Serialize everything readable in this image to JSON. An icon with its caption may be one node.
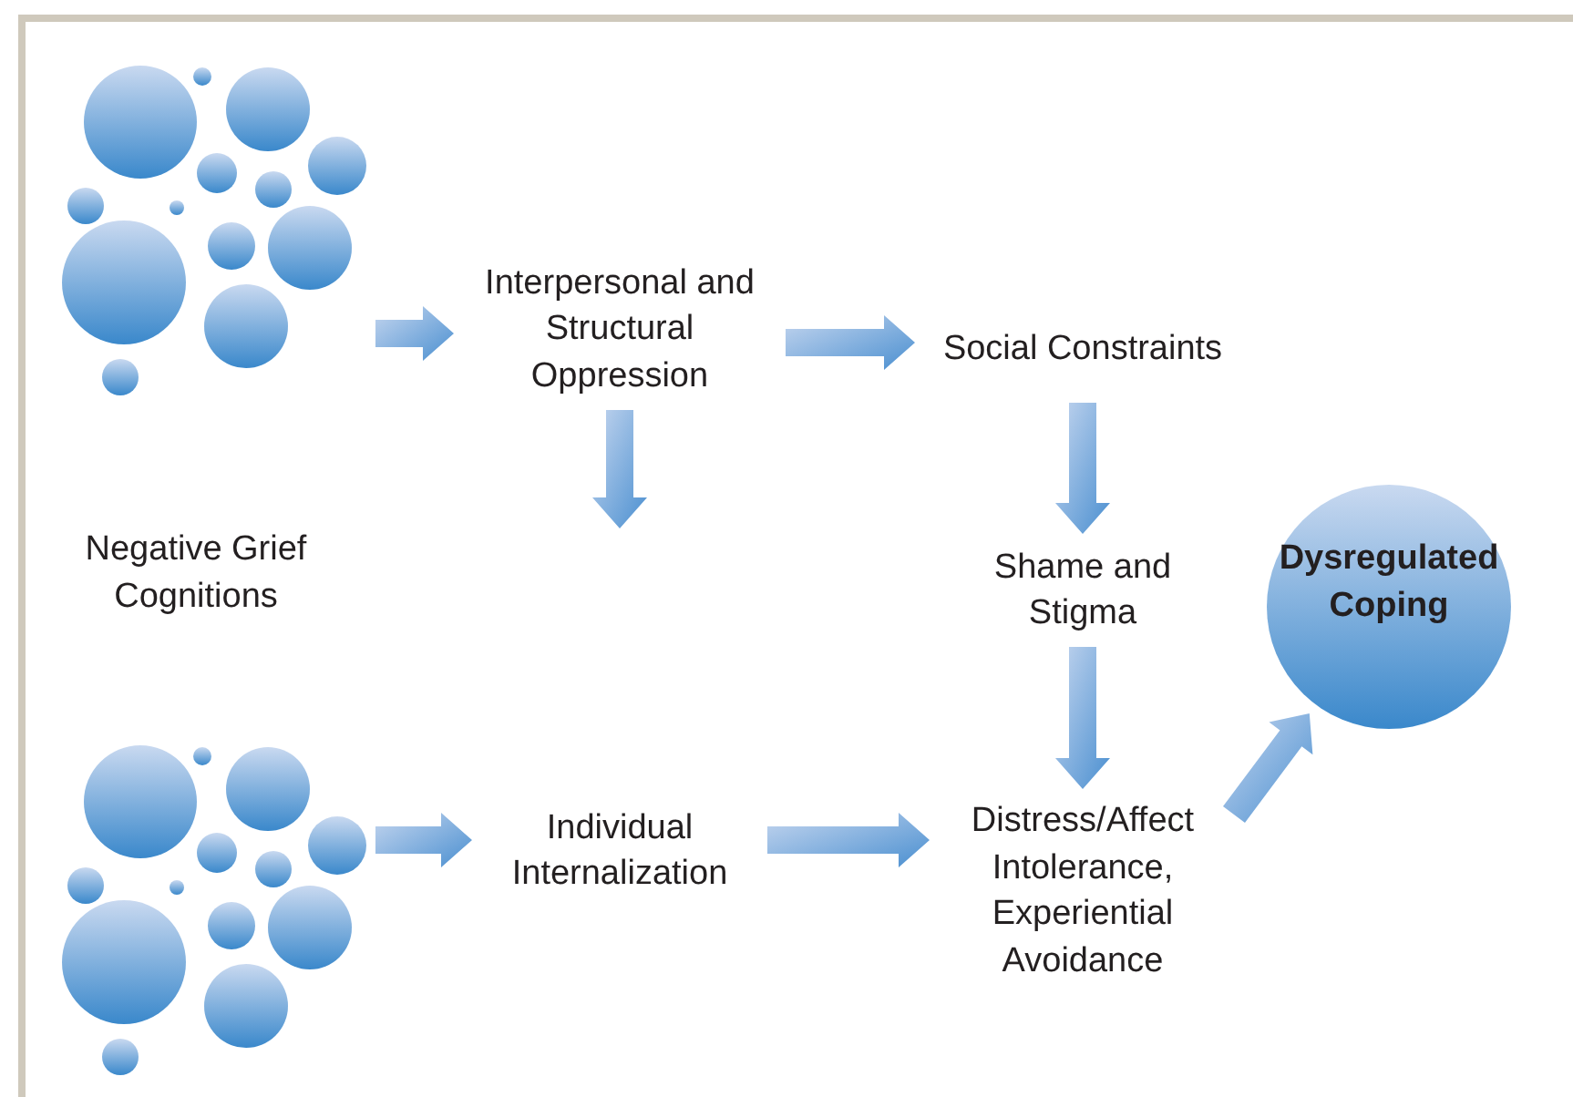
{
  "diagram": {
    "nodes": [
      {
        "text": [],
        "shape": "circle"
      },
      {
        "text": [
          "Interpersonal and Structural Oppression"
        ]
      },
      {
        "text": [
          "Social Constraints"
        ]
      },
      {
        "text": [
          "Shame and Stigma"
        ]
      },
      {
        "text": [
          "Dysregulated Coping"
        ]
      },
      {
        "text": [],
        "shape": "circle"
      },
      {
        "text": [
          "Individual Internalization"
        ]
      },
      {
        "text": [
          "Distress/Affect Intolerance, Experiential Avoidance"
        ]
      }
    ],
    "edges": [
      {
        "from": 0,
        "to": 1,
        "arrow": "to"
      },
      {
        "from": 1,
        "to": 2,
        "arrow": "to"
      },
      {
        "from": 1,
        "to": null,
        "arrow": "to"
      },
      {
        "from": 2,
        "to": 3,
        "arrow": "to"
      },
      {
        "from": 3,
        "to": 7,
        "arrow": "to"
      },
      {
        "from": 5,
        "to": 6,
        "arrow": "to"
      },
      {
        "from": 6,
        "to": 7,
        "arrow": "to"
      },
      {
        "from": 7,
        "to": 4,
        "arrow": "to"
      }
    ],
    "labels": [
      "Negative Grief Cognitions"
    ]
  }
}
